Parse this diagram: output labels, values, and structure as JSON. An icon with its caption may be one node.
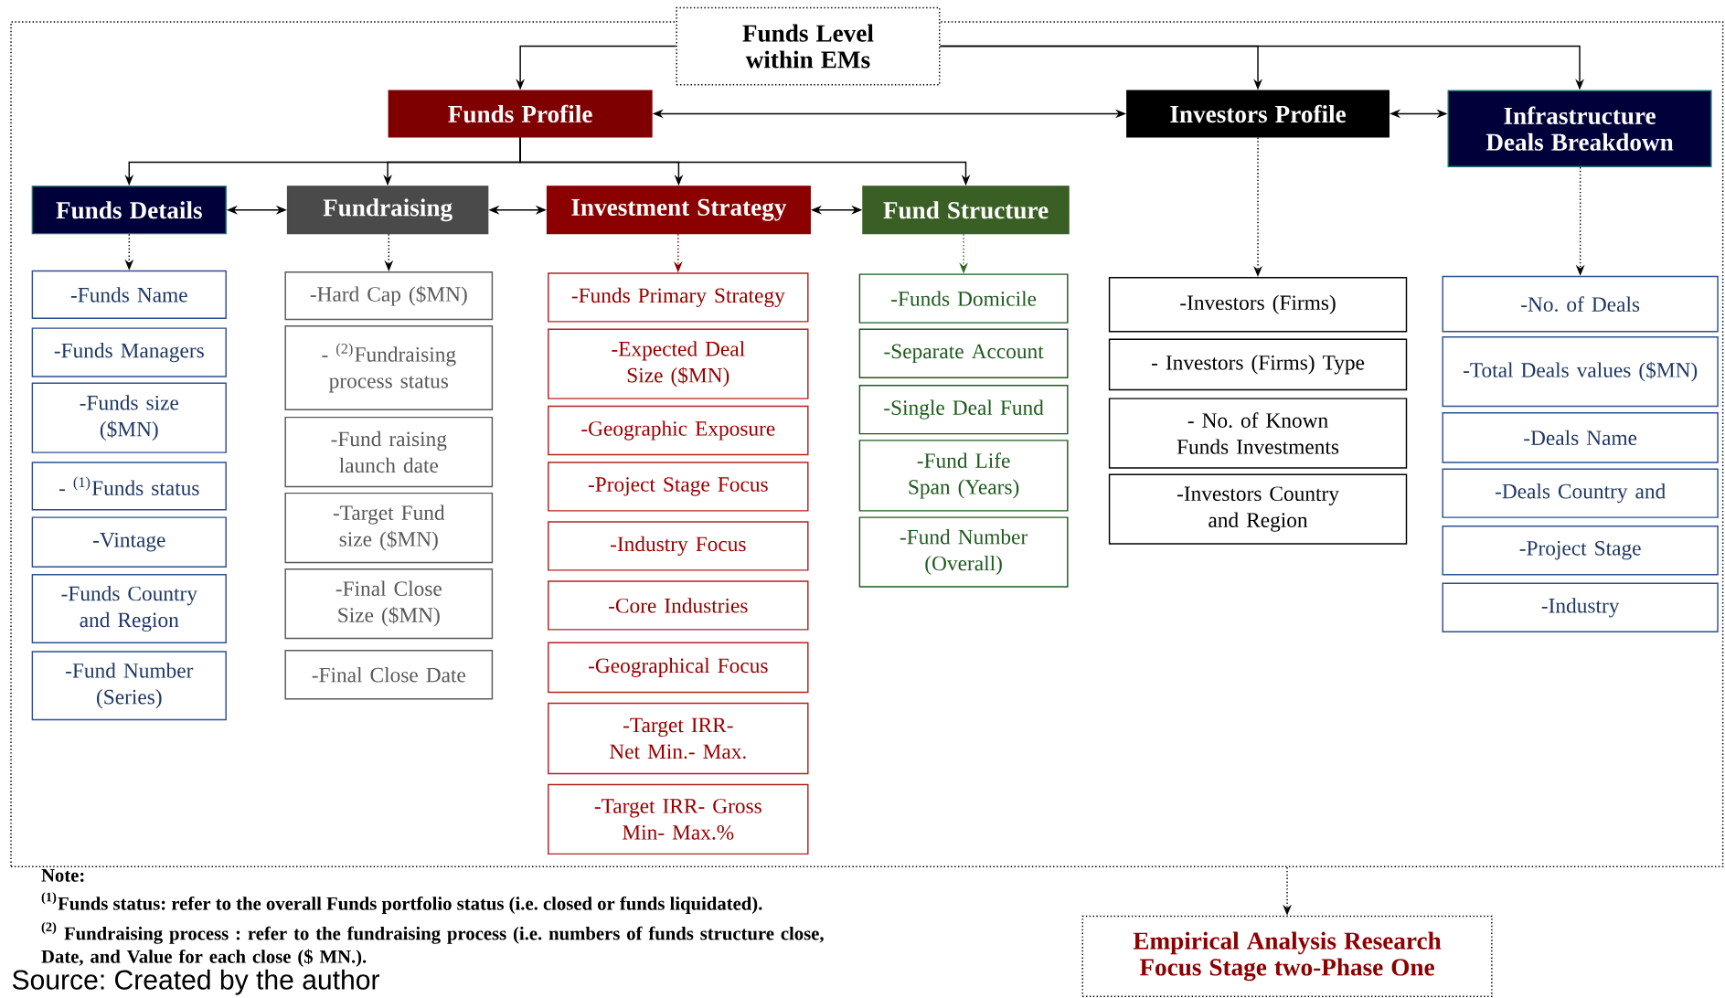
{
  "diagram": {
    "nodes": [
      {
        "text": [],
        "shape": "box"
      },
      {
        "text": [
          "Funds Level within EMs"
        ]
      },
      {
        "text": [
          "Funds Profile"
        ],
        "in": 0
      },
      {
        "text": [
          "Investors Profile"
        ],
        "in": 0
      },
      {
        "text": [
          "Infrastructure Deals Breakdown"
        ],
        "in": 0
      },
      {
        "text": [
          "Funds Details"
        ],
        "in": 0
      },
      {
        "text": [
          "Fundraising"
        ],
        "in": 0
      },
      {
        "text": [
          "Investment Strategy"
        ],
        "in": 0
      },
      {
        "text": [
          "Fund Structure"
        ],
        "in": 0
      },
      {
        "text": [
          "-Funds Name"
        ],
        "in": 0
      },
      {
        "text": [
          "-Funds Managers"
        ],
        "in": 0
      },
      {
        "text": [
          "-Funds size ($MN)"
        ],
        "in": 0
      },
      {
        "text": [
          "- $^{(1)}$Funds status"
        ],
        "in": 0
      },
      {
        "text": [
          "-Vintage"
        ],
        "in": 0
      },
      {
        "text": [
          "-Funds Country and Region"
        ],
        "in": 0
      },
      {
        "text": [
          "-Fund Number (Series)"
        ],
        "in": 0
      },
      {
        "text": [
          "-Hard Cap ($MN)"
        ],
        "in": 0
      },
      {
        "text": [
          "- $^{(2)}$Fundraising process status"
        ],
        "in": 0
      },
      {
        "text": [
          "-Fund raising launch date"
        ],
        "in": 0
      },
      {
        "text": [
          "-Target Fund size ($MN)"
        ],
        "in": 0
      },
      {
        "text": [
          "-Final Close Size ($MN)"
        ],
        "in": 0
      },
      {
        "text": [
          "-Final Close Date"
        ],
        "in": 0
      },
      {
        "text": [
          "-Funds Primary Strategy"
        ],
        "in": 0
      },
      {
        "text": [
          "-Expected Deal Size ($MN)"
        ],
        "in": 0
      },
      {
        "text": [
          "-Geographic Exposure"
        ],
        "in": 0
      },
      {
        "text": [
          "-Project Stage Focus"
        ],
        "in": 0
      },
      {
        "text": [
          "-Industry Focus"
        ],
        "in": 0
      },
      {
        "text": [
          "-Core Industries"
        ],
        "in": 0
      },
      {
        "text": [
          "-Geographical Focus"
        ],
        "in": 0
      },
      {
        "text": [
          "-Target IRR- Net Min.- Max."
        ],
        "in": 0
      },
      {
        "text": [
          "-Target IRR- Gross Min- Max.%"
        ],
        "in": 0
      },
      {
        "text": [
          "-Funds Domicile"
        ],
        "in": 0
      },
      {
        "text": [
          "-Separate Account"
        ],
        "in": 0
      },
      {
        "text": [
          "-Single Deal Fund"
        ],
        "in": 0
      },
      {
        "text": [
          "-Fund Life Span (Years)"
        ],
        "in": 0
      },
      {
        "text": [
          "-Fund Number (Overall)"
        ],
        "in": 0
      },
      {
        "text": [
          "-Investors (Firms)"
        ],
        "in": 0
      },
      {
        "text": [
          "- Investors (Firms) Type"
        ],
        "in": 0
      },
      {
        "text": [
          "- No. of Known Funds Investments"
        ],
        "in": 0
      },
      {
        "text": [
          "-Investors Country and Region"
        ],
        "in": 0
      },
      {
        "text": [
          "-No. of Deals"
        ],
        "in": 0
      },
      {
        "text": [
          "-Total Deals values ($MN)"
        ],
        "in": 0
      },
      {
        "text": [
          "-Deals Name"
        ],
        "in": 0
      },
      {
        "text": [
          "-Deals Country and"
        ],
        "in": 0
      },
      {
        "text": [
          "-Project Stage"
        ],
        "in": 0
      },
      {
        "text": [
          "-Industry"
        ],
        "in": 0
      },
      {
        "text": [
          "Empirical Analysis Research Focus Stage two-Phase One"
        ]
      }
    ],
    "edges": [
      {
        "from": 1,
        "to": 2,
        "arrow": "to"
      },
      {
        "from": 1,
        "to": 3,
        "arrow": "to"
      },
      {
        "from": 1,
        "to": 4,
        "arrow": "to"
      },
      {
        "from": 2,
        "to": 3,
        "arrow": "both"
      },
      {
        "from": 3,
        "to": 4,
        "arrow": "both"
      },
      {
        "from": 2,
        "to": 5,
        "arrow": "to"
      },
      {
        "from": 2,
        "to": 6,
        "arrow": "to"
      },
      {
        "from": 2,
        "to": 7,
        "arrow": "to"
      },
      {
        "from": 2,
        "to": 8,
        "arrow": "to"
      },
      {
        "from": 5,
        "to": 6,
        "arrow": "both"
      },
      {
        "from": 6,
        "to": 7,
        "arrow": "both"
      },
      {
        "from": 7,
        "to": 8,
        "arrow": "both"
      },
      {
        "from": 5,
        "to": 9,
        "arrow": "to",
        "style": "dashed"
      },
      {
        "from": 6,
        "to": 16,
        "arrow": "to",
        "style": "dashed"
      },
      {
        "from": 7,
        "to": 22,
        "arrow": "to",
        "style": "dashed",
        "color": "#8b0000"
      },
      {
        "from": 8,
        "to": 31,
        "arrow": "to",
        "style": "dashed",
        "color": "#2e6b1e"
      },
      {
        "from": 3,
        "to": 36,
        "arrow": "to",
        "style": "dashed"
      },
      {
        "from": 4,
        "to": 40,
        "arrow": "to",
        "style": "dashed"
      },
      {
        "from": 0,
        "to": 46,
        "arrow": "to",
        "style": "dashed"
      }
    ],
    "labels": [
      "Note:",
      "$^{(1)}$Funds status: refer to the overall Funds portfolio status (i.e. closed or funds liquidated).",
      "$^{(2)}$ Fundraising process : refer to the fundraising process (i.e. numbers of funds structure close, Date, and Value for each close ($ MN.).",
      "Source: Created by the author"
    ]
  }
}
